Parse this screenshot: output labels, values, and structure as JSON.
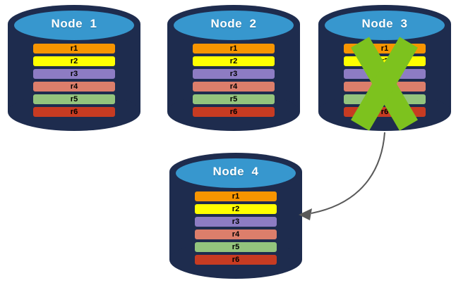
{
  "colors": {
    "background": "#ffffff",
    "cylinder_body": "#1E2C4E",
    "cylinder_top": "#3797CE",
    "title_text": "#ffffff",
    "row_text": "#000000",
    "x_mark": "#7DC21E",
    "arrow": "#595959"
  },
  "nodes": [
    {
      "title": "Node  1",
      "rows": [
        {
          "label": "r1",
          "color": "#F79500"
        },
        {
          "label": "r2",
          "color": "#FFFF00"
        },
        {
          "label": "r3",
          "color": "#8D7CC3"
        },
        {
          "label": "r4",
          "color": "#DC7E6B"
        },
        {
          "label": "r5",
          "color": "#93C47D"
        },
        {
          "label": "r6",
          "color": "#C73B22"
        }
      ]
    },
    {
      "title": "Node  2",
      "rows": [
        {
          "label": "r1",
          "color": "#F79500"
        },
        {
          "label": "r2",
          "color": "#FFFF00"
        },
        {
          "label": "r3",
          "color": "#8D7CC3"
        },
        {
          "label": "r4",
          "color": "#DC7E6B"
        },
        {
          "label": "r5",
          "color": "#93C47D"
        },
        {
          "label": "r6",
          "color": "#C73B22"
        }
      ]
    },
    {
      "title": "Node  3",
      "crossed_out": true,
      "rows": [
        {
          "label": "r1",
          "color": "#F79500"
        },
        {
          "label": "r2",
          "color": "#FFFF00"
        },
        {
          "label": "r3",
          "color": "#8D7CC3"
        },
        {
          "label": "r4",
          "color": "#DC7E6B"
        },
        {
          "label": "r5",
          "color": "#93C47D"
        },
        {
          "label": "r6",
          "color": "#C73B22"
        }
      ]
    },
    {
      "title": "Node  4",
      "rows": [
        {
          "label": "r1",
          "color": "#F79500"
        },
        {
          "label": "r2",
          "color": "#FFFF00"
        },
        {
          "label": "r3",
          "color": "#8D7CC3"
        },
        {
          "label": "r4",
          "color": "#DC7E6B"
        },
        {
          "label": "r5",
          "color": "#93C47D"
        },
        {
          "label": "r6",
          "color": "#C73B22"
        }
      ]
    }
  ],
  "arrow": {
    "from": "Node 3",
    "to": "Node 4"
  }
}
